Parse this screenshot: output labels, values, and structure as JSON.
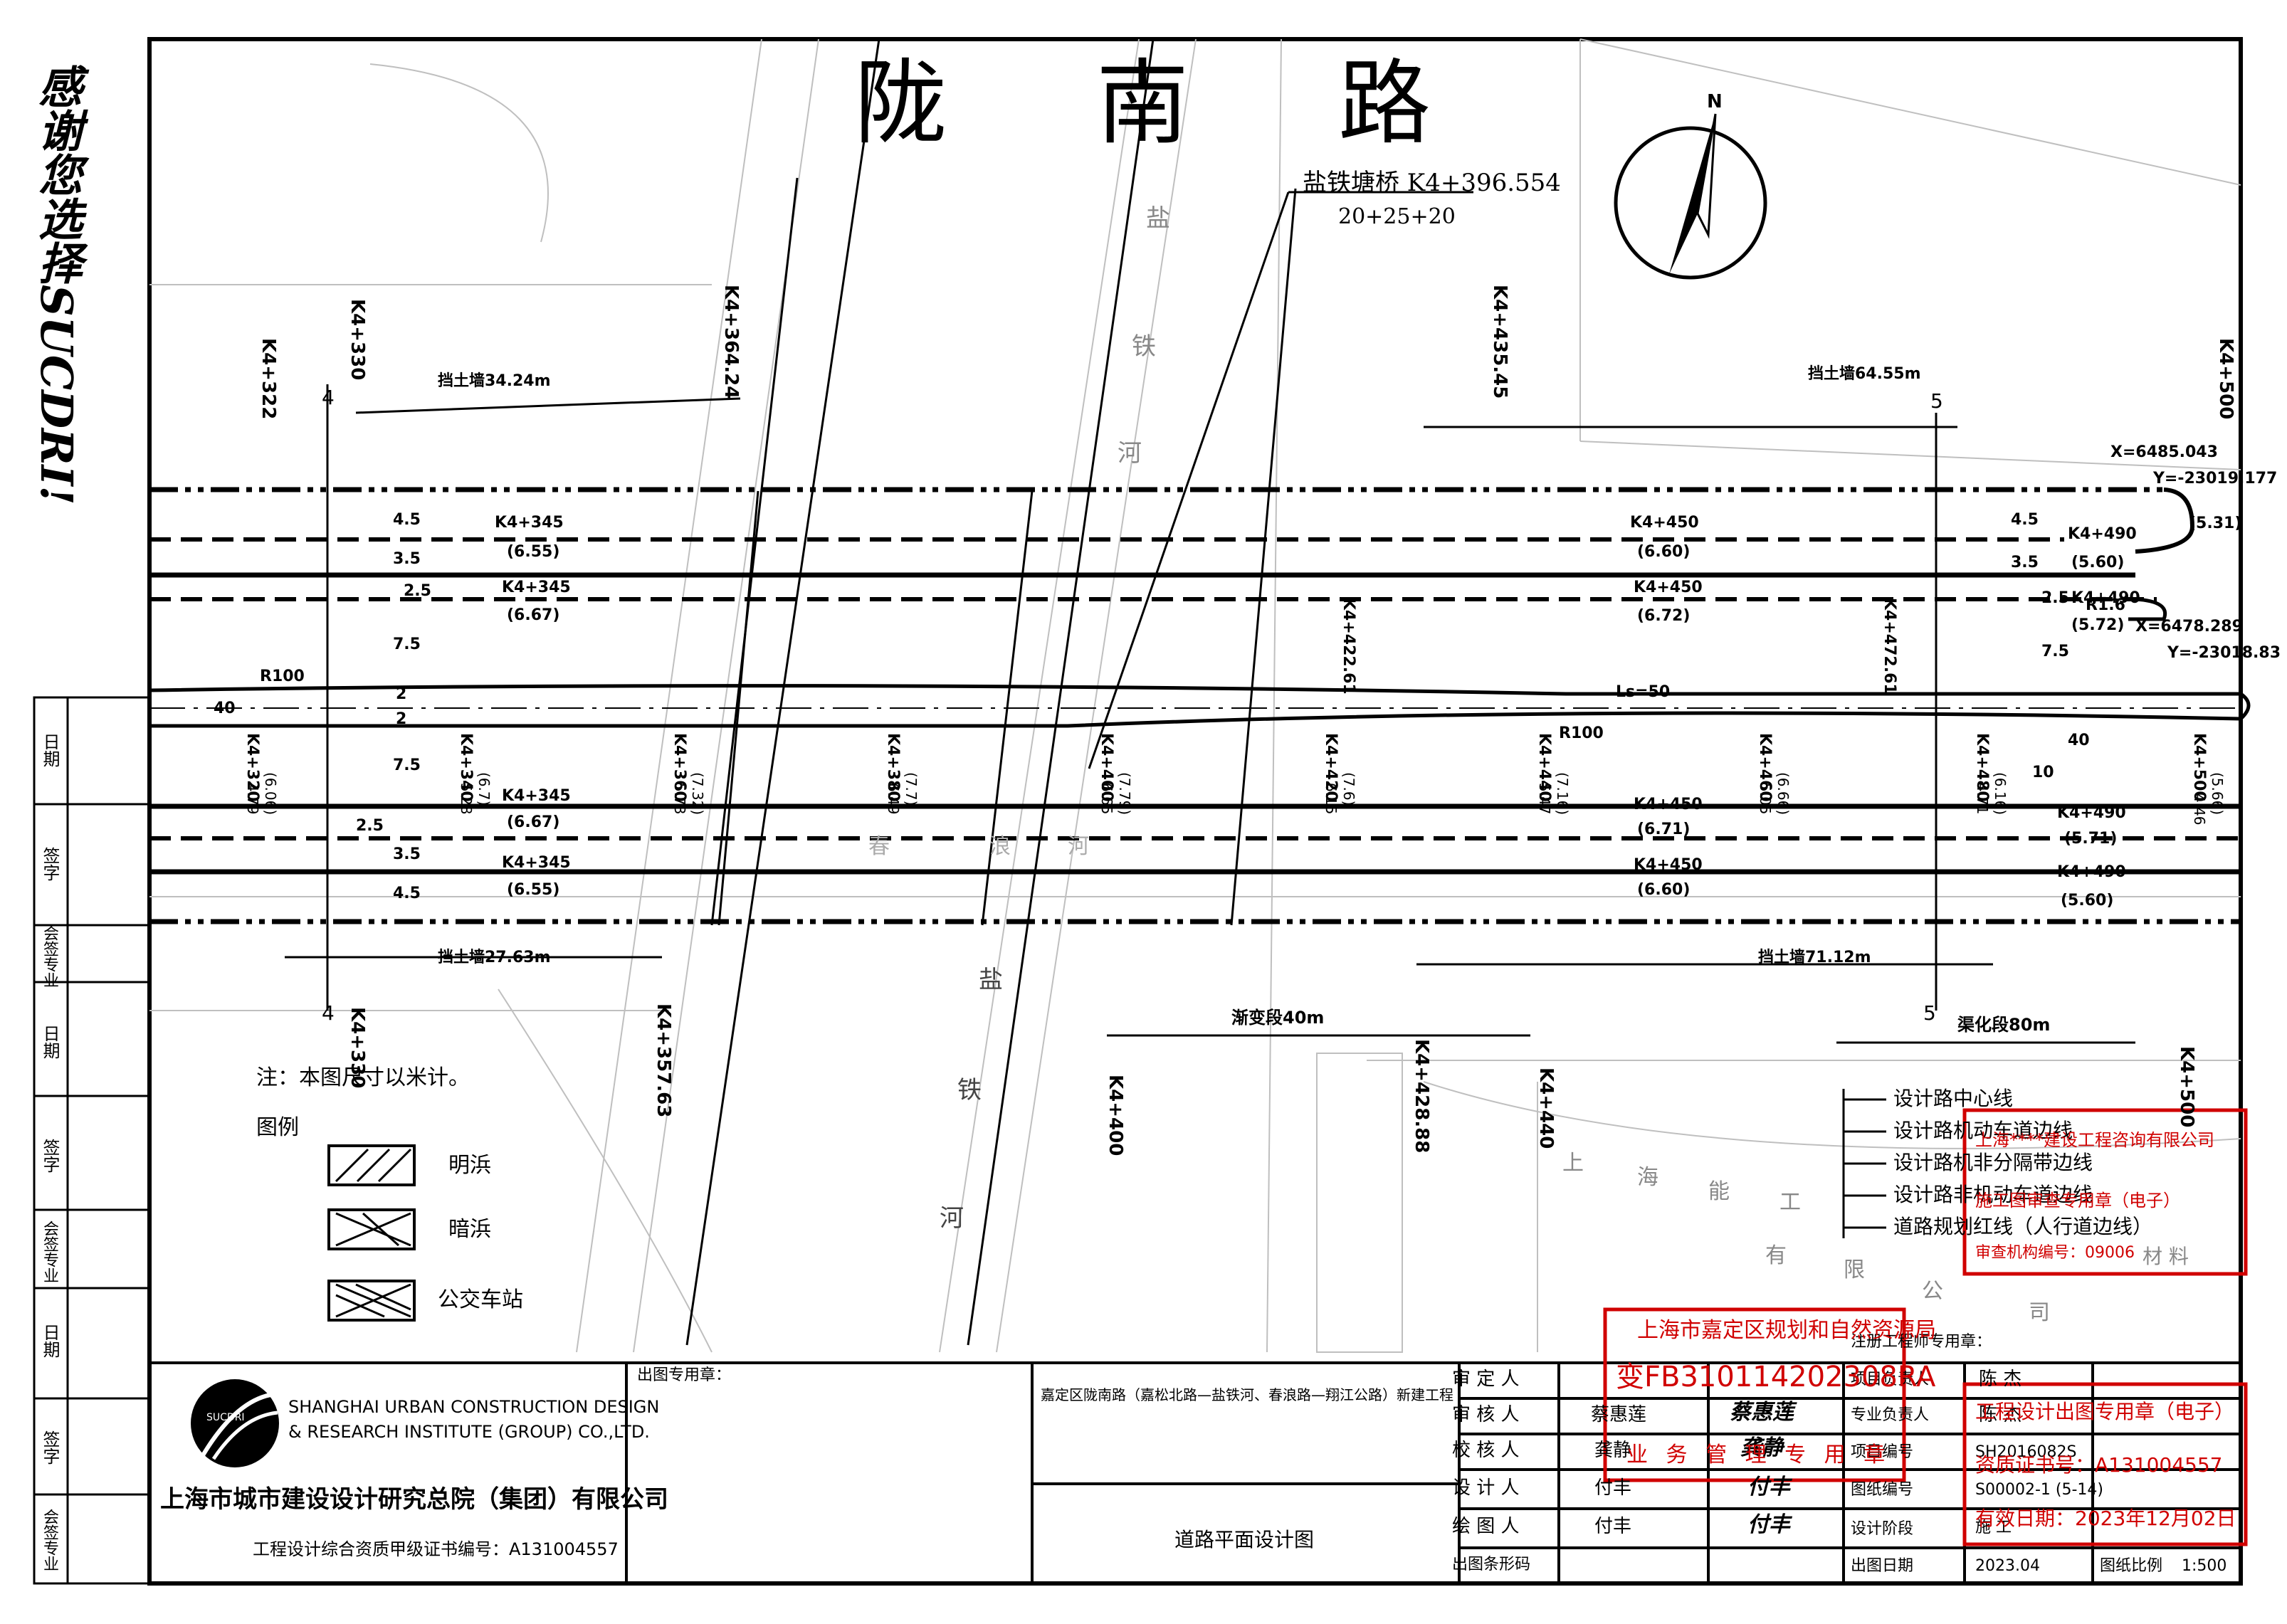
{
  "vertical_banner": "感谢您选择SUCDRI!",
  "road_title": "陇南路",
  "bridge": {
    "name": "盐铁塘桥 K4+396.554",
    "span": "20+25+20"
  },
  "compass_n": "N",
  "chainages_top": [
    "K4+322",
    "K4+330",
    "K4+364.24",
    "K4+435.45",
    "K4+500"
  ],
  "chainages_mid": [
    "K4+320",
    "K4+340",
    "K4+360",
    "K4+380",
    "K4+400",
    "K4+420",
    "K4+440",
    "K4+460",
    "K4+480",
    "K4+500"
  ],
  "chainages_mid_values": [
    "4.79",
    "5.28",
    "5.73",
    "6.49",
    "6.65",
    "6.15",
    "5.47",
    "5.05",
    "4.71",
    "4.46"
  ],
  "chainages_mid_design": [
    "(6.06)",
    "(6.7)",
    "(7.32)",
    "(7.7)",
    "(7.79)",
    "(7.6)",
    "(7.16)",
    "(6.66)",
    "(6.16)",
    "(5.66)"
  ],
  "chainages_bottom": [
    "K4+330",
    "K4+357.63",
    "K4+400",
    "K4+428.88",
    "K4+440",
    "K4+500"
  ],
  "chainages_inner": [
    "K4+422.61",
    "K4+472.61"
  ],
  "retaining_walls": {
    "top_left": "挡土墙34.24m",
    "top_right": "挡土墙64.55m",
    "bottom_left": "挡土墙27.63m",
    "bottom_right": "挡土墙71.12m"
  },
  "transitions": {
    "gradual": "渐变段40m",
    "channel": "渠化段80m"
  },
  "ls": "Ls=50",
  "radii": [
    "R100",
    "R100",
    "R1.6"
  ],
  "lane_widths_left": [
    "4.5",
    "3.5",
    "2.5",
    "7.5",
    "2",
    "2",
    "7.5",
    "2.5",
    "3.5",
    "4.5"
  ],
  "lane_widths_right": [
    "4.5",
    "3.5",
    "2.5",
    "7.5",
    "40",
    "10",
    "40"
  ],
  "points": [
    {
      "label": "K4+345",
      "elev": "(6.55)"
    },
    {
      "label": "K4+345",
      "elev": "(6.67)"
    },
    {
      "label": "K4+345",
      "elev": "(6.67)"
    },
    {
      "label": "K4+345",
      "elev": "(6.55)"
    },
    {
      "label": "K4+450",
      "elev": "(6.60)"
    },
    {
      "label": "K4+450",
      "elev": "(6.72)"
    },
    {
      "label": "K4+450",
      "elev": "(6.71)"
    },
    {
      "label": "K4+450",
      "elev": "(6.60)"
    },
    {
      "label": "K4+490",
      "elev": "(5.60)"
    },
    {
      "label": "K4+490",
      "elev": "(5.72)"
    },
    {
      "label": "K4+490",
      "elev": "(5.71)"
    },
    {
      "label": "K4+490",
      "elev": "(5.60)"
    }
  ],
  "coords": [
    "X=6485.043",
    "Y=-23019.177",
    "(5.31)",
    "X=6478.289",
    "Y=-23018.83"
  ],
  "section_markers": [
    "4",
    "4",
    "5",
    "5"
  ],
  "river_labels": [
    "盐",
    "铁",
    "河",
    "盐",
    "铁",
    "河",
    "春",
    "浪",
    "河"
  ],
  "company_labels": [
    "上",
    "海",
    "能",
    "工",
    "有",
    "限",
    "公",
    "司"
  ],
  "note": "注：本图尺寸以米计。",
  "legend_title": "图例",
  "legend": [
    "明浜",
    "暗浜",
    "公交车站"
  ],
  "line_legend": [
    "设计路中心线",
    "设计路机动车道边线",
    "设计路机非分隔带边线",
    "设计路非机动车道边线",
    "道路规划红线（人行道边线）"
  ],
  "side_cells": [
    "日期",
    "签字",
    "会签专业",
    "日期",
    "签字",
    "会签专业",
    "日期",
    "签字",
    "会签专业"
  ],
  "company": {
    "en1": "SHANGHAI URBAN CONSTRUCTION DESIGN",
    "en2": "& RESEARCH INSTITUTE (GROUP) CO.,LTD.",
    "cn": "上海市城市建设设计研究总院（集团）有限公司",
    "cert": "工程设计综合资质甲级证书编号：A131004557",
    "logo_text": "SUCDRI"
  },
  "title_block": {
    "stamp_label": "出图专用章：",
    "project": "嘉定区陇南路（嘉松北路—盐铁河、春浪路—翔江公路）新建工程",
    "drawing": "道路平面设计图",
    "roles": [
      "审 定 人",
      "审 核 人",
      "校 核 人",
      "设 计 人",
      "绘 图 人",
      "出图条形码"
    ],
    "names": [
      "",
      "蔡惠莲",
      "龚静",
      "付丰",
      "付丰",
      ""
    ],
    "sigs": [
      "",
      "蔡惠莲",
      "龚静",
      "付丰",
      "付丰",
      ""
    ],
    "engineer_stamp": "注册工程师专用章：",
    "fields": [
      "项目负责人",
      "专业负责人",
      "项目编号",
      "图纸编号",
      "设计阶段",
      "出图日期"
    ],
    "values": [
      "陈 杰",
      "陈 杰",
      "SH2016082S",
      "S00002-1 (5-14)",
      "施 工",
      "2023.04"
    ],
    "scale_label": "图纸比例",
    "scale": "1:500"
  },
  "stamps": {
    "planning_title": "上海市嘉定区规划和自然资源局",
    "planning_no": "变FB310114202308RA",
    "planning_sub": "业 务 管 理 专 用 章",
    "approval": "工程设计出图专用章（电子）",
    "approval_cert": "资质证书号：A131004557",
    "approval_date": "有效日期：2023年12月02日",
    "review_title": "上海****建设工程咨询有限公司",
    "review_sub": "施工图审查专用章（电子）",
    "review_no": "审查机构编号：09006",
    "material": "材 料"
  }
}
